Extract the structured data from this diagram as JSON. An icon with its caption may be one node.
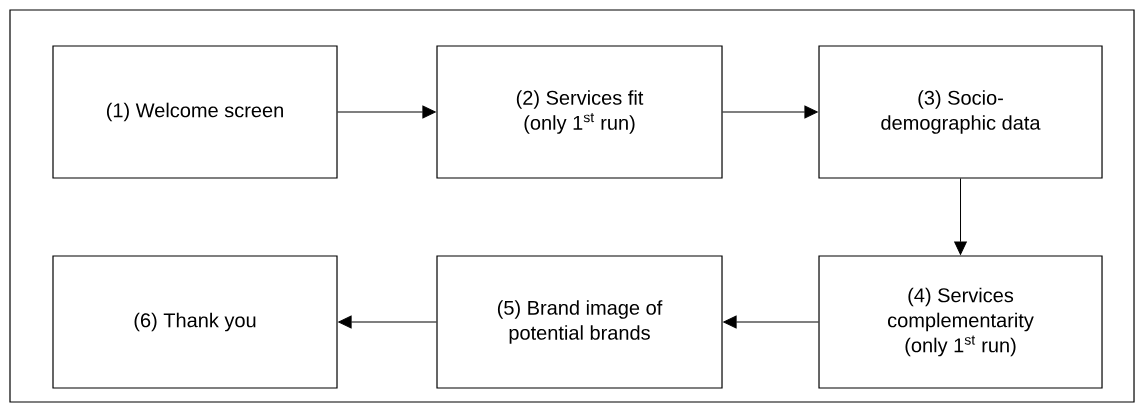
{
  "diagram": {
    "nodes": [
      {
        "text": [
          "(1) Welcome screen"
        ]
      },
      {
        "text": [
          "(2) Services fit (only 1$^{st}$ run)"
        ]
      },
      {
        "text": [
          "(3) Socio- demographic data"
        ]
      },
      {
        "text": [
          "(4) Services complementarity (only 1$^{st}$ run)"
        ]
      },
      {
        "text": [
          "(5) Brand image of potential brands"
        ]
      },
      {
        "text": [
          "(6) Thank you"
        ]
      }
    ],
    "edges": [
      {
        "from": 0,
        "to": 1,
        "arrow": "to"
      },
      {
        "from": 1,
        "to": 2,
        "arrow": "to"
      },
      {
        "from": 2,
        "to": 3,
        "arrow": "to"
      },
      {
        "from": 3,
        "to": 4,
        "arrow": "to"
      },
      {
        "from": 4,
        "to": 5,
        "arrow": "to"
      }
    ]
  }
}
